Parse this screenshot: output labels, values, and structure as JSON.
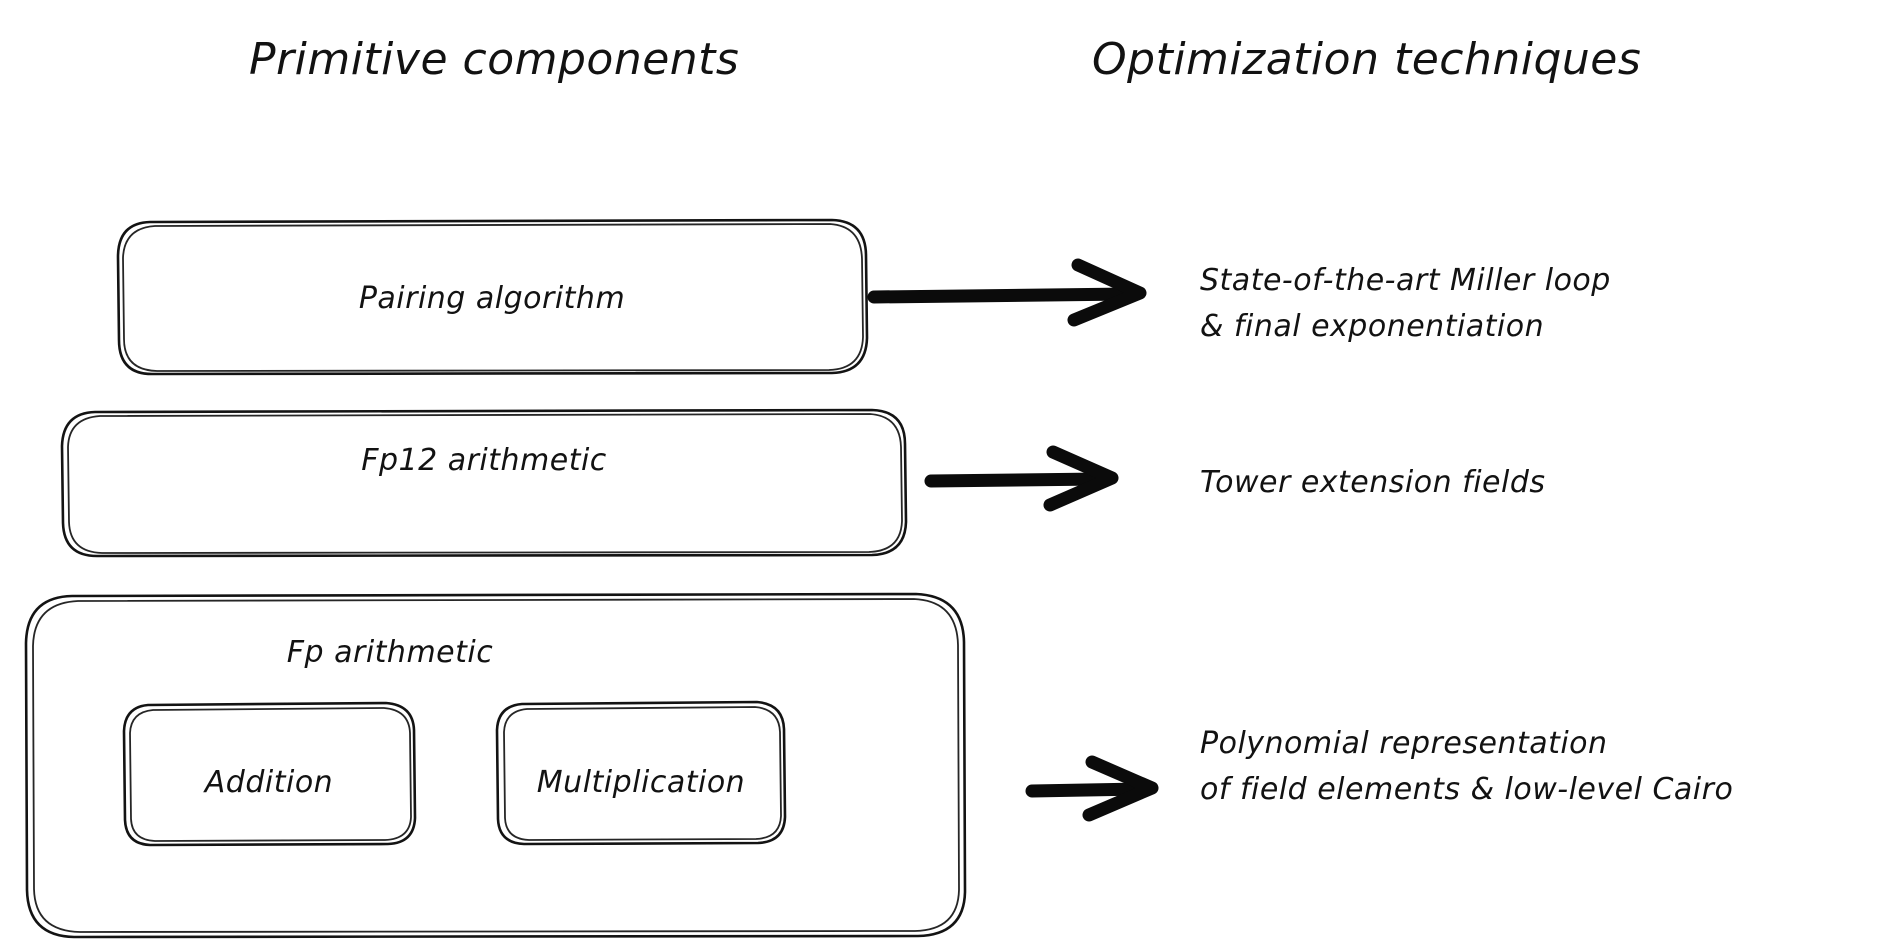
{
  "diagram": {
    "background_color": "#ffffff",
    "ink_color": "#121212",
    "columns": {
      "left_header": "Primitive components",
      "right_header": "Optimization techniques"
    },
    "rows": [
      {
        "id": "pairing",
        "component_label": "Pairing algorithm",
        "technique_line_1": "State-of-the-art Miller loop",
        "technique_line_2": "& final exponentiation",
        "arrow": "arrow-right"
      },
      {
        "id": "fp12",
        "component_label": "Fp12 arithmetic",
        "technique_line_1": "Tower extension fields",
        "technique_line_2": "",
        "arrow": "arrow-right"
      },
      {
        "id": "fp",
        "component_label": "Fp arithmetic",
        "sub_components": [
          "Addition",
          "Multiplication"
        ],
        "technique_line_1": "Polynomial representation",
        "technique_line_2": "of field elements & low-level Cairo",
        "arrow": "arrow-right"
      }
    ]
  }
}
